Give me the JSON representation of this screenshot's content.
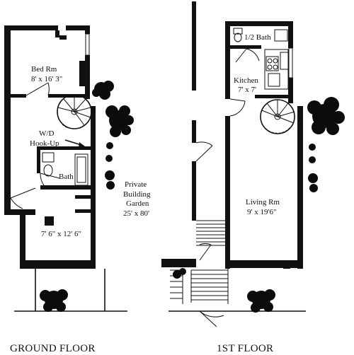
{
  "labels": {
    "ground_floor": "GROUND FLOOR",
    "first_floor": "1ST FLOOR",
    "bed_rm": "Bed Rm",
    "bed_rm_size": "8' x 16' 3\"",
    "wd": "W/D",
    "hookup": "Hook-Up",
    "bath": "Bath",
    "ground_room_size": "7' 6\" x 12' 6\"",
    "garden_1": "Private",
    "garden_2": "Building",
    "garden_3": "Garden",
    "garden_size": "25' x 80'",
    "half_bath": "1/2 Bath",
    "kitchen": "Kitchen",
    "kitchen_size": "7' x 7'",
    "living_rm": "Living Rm",
    "living_rm_size": "9' x 19'6\""
  }
}
